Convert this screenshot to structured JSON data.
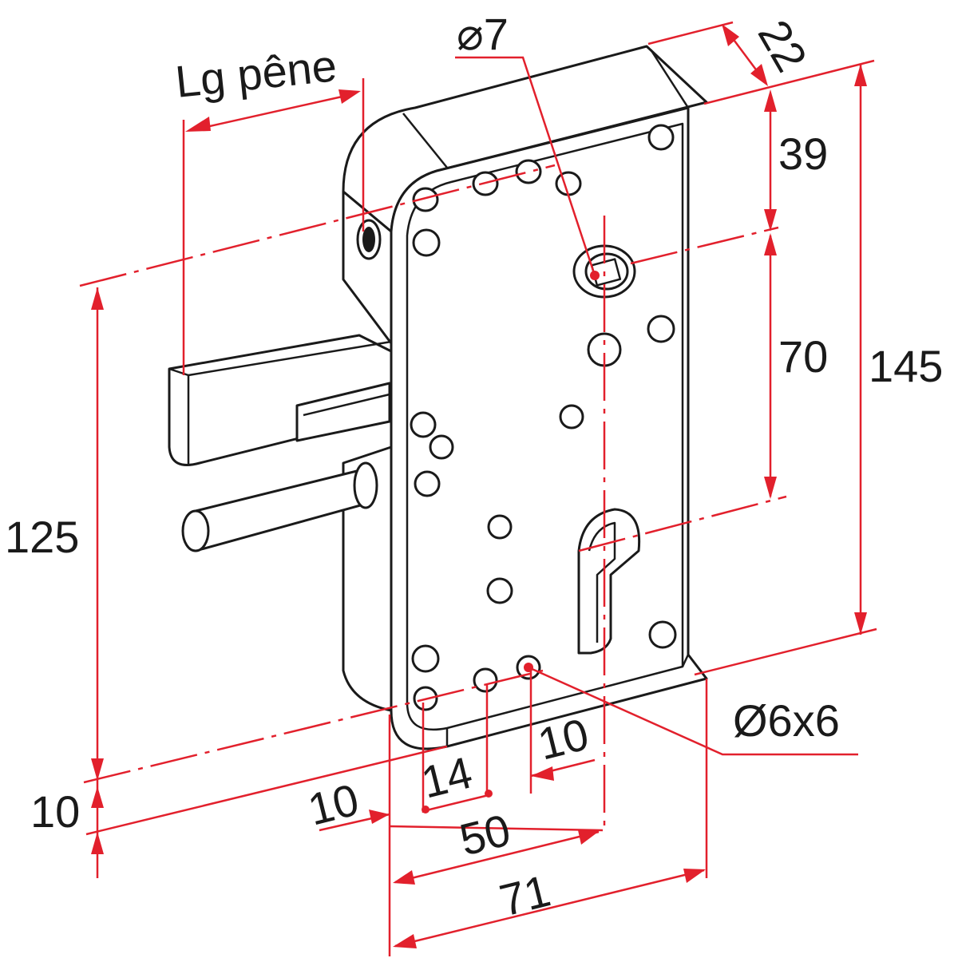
{
  "diagram": {
    "colors": {
      "dimension_lines": "#e2202c",
      "outline": "#1a1a1a",
      "background": "#ffffff"
    },
    "labels": {
      "bolt_length": "Lg pêne",
      "spindle_hole": "⌀7",
      "depth": "22",
      "top_to_spindle": "39",
      "spindle_to_cylinder": "70",
      "total_height": "145",
      "axis_height": "125",
      "bottom_offset": "10",
      "hole_offset_left": "10",
      "hole_spacing": "14",
      "hole_spacing_right": "10",
      "backset": "50",
      "total_width": "71",
      "fixing_holes": "Ø6x6"
    }
  }
}
